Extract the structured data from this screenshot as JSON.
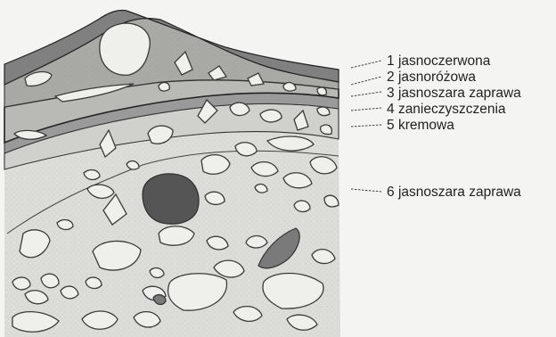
{
  "legend": {
    "items": [
      {
        "number": "1",
        "text": "jasnoczerwona"
      },
      {
        "number": "2",
        "text": "jasnoróżowa"
      },
      {
        "number": "3",
        "text": "jasnoszara zaprawa"
      },
      {
        "number": "4",
        "text": "zanieczyszczenia"
      },
      {
        "number": "5",
        "text": "kremowa"
      },
      {
        "number": "6",
        "text": "jasnoszara zaprawa"
      }
    ]
  },
  "colors": {
    "background": "#f4f4f2",
    "layer_dark": "#7d7d7d",
    "layer_mid": "#b4b4b4",
    "layer_light": "#d6d6d3",
    "stone_dark": "#555555",
    "outline": "#3a3a3a"
  }
}
